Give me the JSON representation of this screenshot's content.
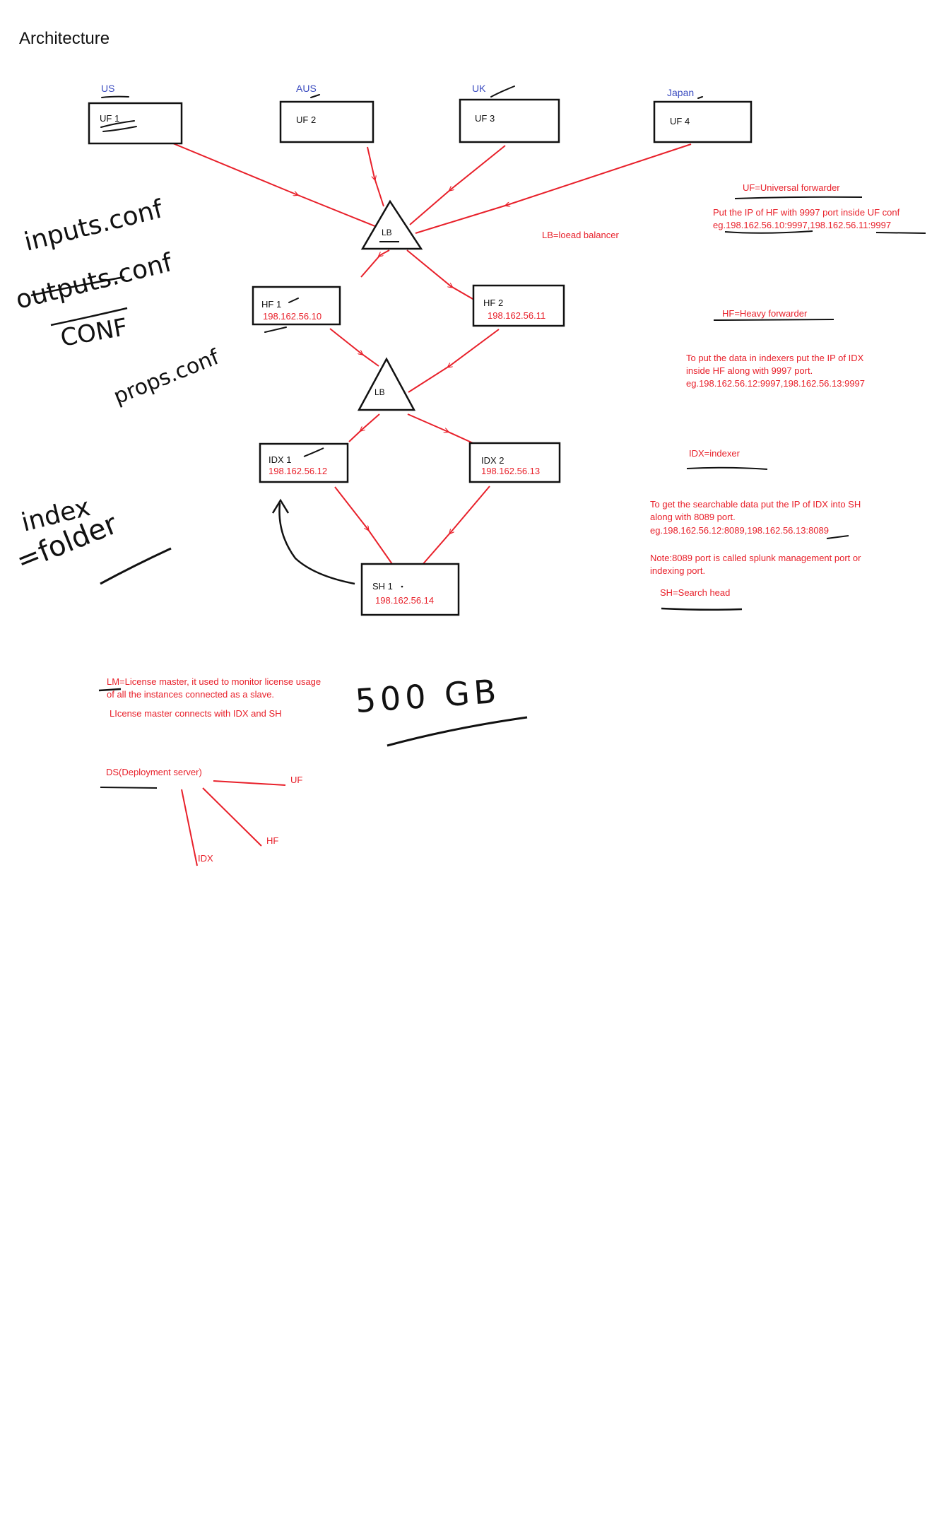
{
  "page_title": "Architecture",
  "colors": {
    "red": "#e8202a",
    "blue": "#3b4cc0",
    "ink": "#111111"
  },
  "regions": [
    "US",
    "AUS",
    "UK",
    "Japan"
  ],
  "uf_nodes": [
    "UF 1",
    "UF 2",
    "UF 3",
    "UF 4"
  ],
  "lb_label": "LB",
  "hf_nodes": [
    {
      "name": "HF 1",
      "ip": "198.162.56.10"
    },
    {
      "name": "HF 2",
      "ip": "198.162.56.11"
    }
  ],
  "idx_nodes": [
    {
      "name": "IDX 1",
      "ip": "198.162.56.12"
    },
    {
      "name": "IDX 2",
      "ip": "198.162.56.13"
    }
  ],
  "sh_node": {
    "name": "SH 1",
    "ip": "198.162.56.14"
  },
  "notes": {
    "lb_def": "LB=loead balancer",
    "uf_def": "UF=Universal forwarder",
    "uf_conf_1": "Put the IP of HF with 9997 port inside UF conf",
    "uf_conf_2": "eg.198.162.56.10:9997,198.162.56.11:9997",
    "hf_def": "HF=Heavy forwarder",
    "hf_conf_1": "To put the data in indexers put the IP of IDX",
    "hf_conf_2": "inside HF along with 9997 port.",
    "hf_conf_3": "eg.198.162.56.12:9997,198.162.56.13:9997",
    "idx_def": "IDX=indexer",
    "sh_conf_1": "To get the searchable data put the IP of IDX into SH",
    "sh_conf_2": "along with 8089 port.",
    "sh_conf_3": "eg.198.162.56.12:8089,198.162.56.13:8089",
    "port_note_1": "Note:8089 port is called splunk management port or",
    "port_note_2": "indexing port.",
    "sh_def": "SH=Search head",
    "lm_1": "LM=License master, it used to monitor license usage",
    "lm_2": "of all the instances connected as a slave.",
    "lm_3": "LIcense master connects with IDX and SH",
    "ds": "DS(Deployment server)",
    "ds_uf": "UF",
    "ds_hf": "HF",
    "ds_idx": "IDX"
  },
  "handwriting": {
    "inputs": "inputs.conf",
    "outputs": "outputs.conf",
    "conf": "CONF",
    "props": "props.conf",
    "index": "index",
    "folder": "=folder",
    "size": "500 GB"
  }
}
